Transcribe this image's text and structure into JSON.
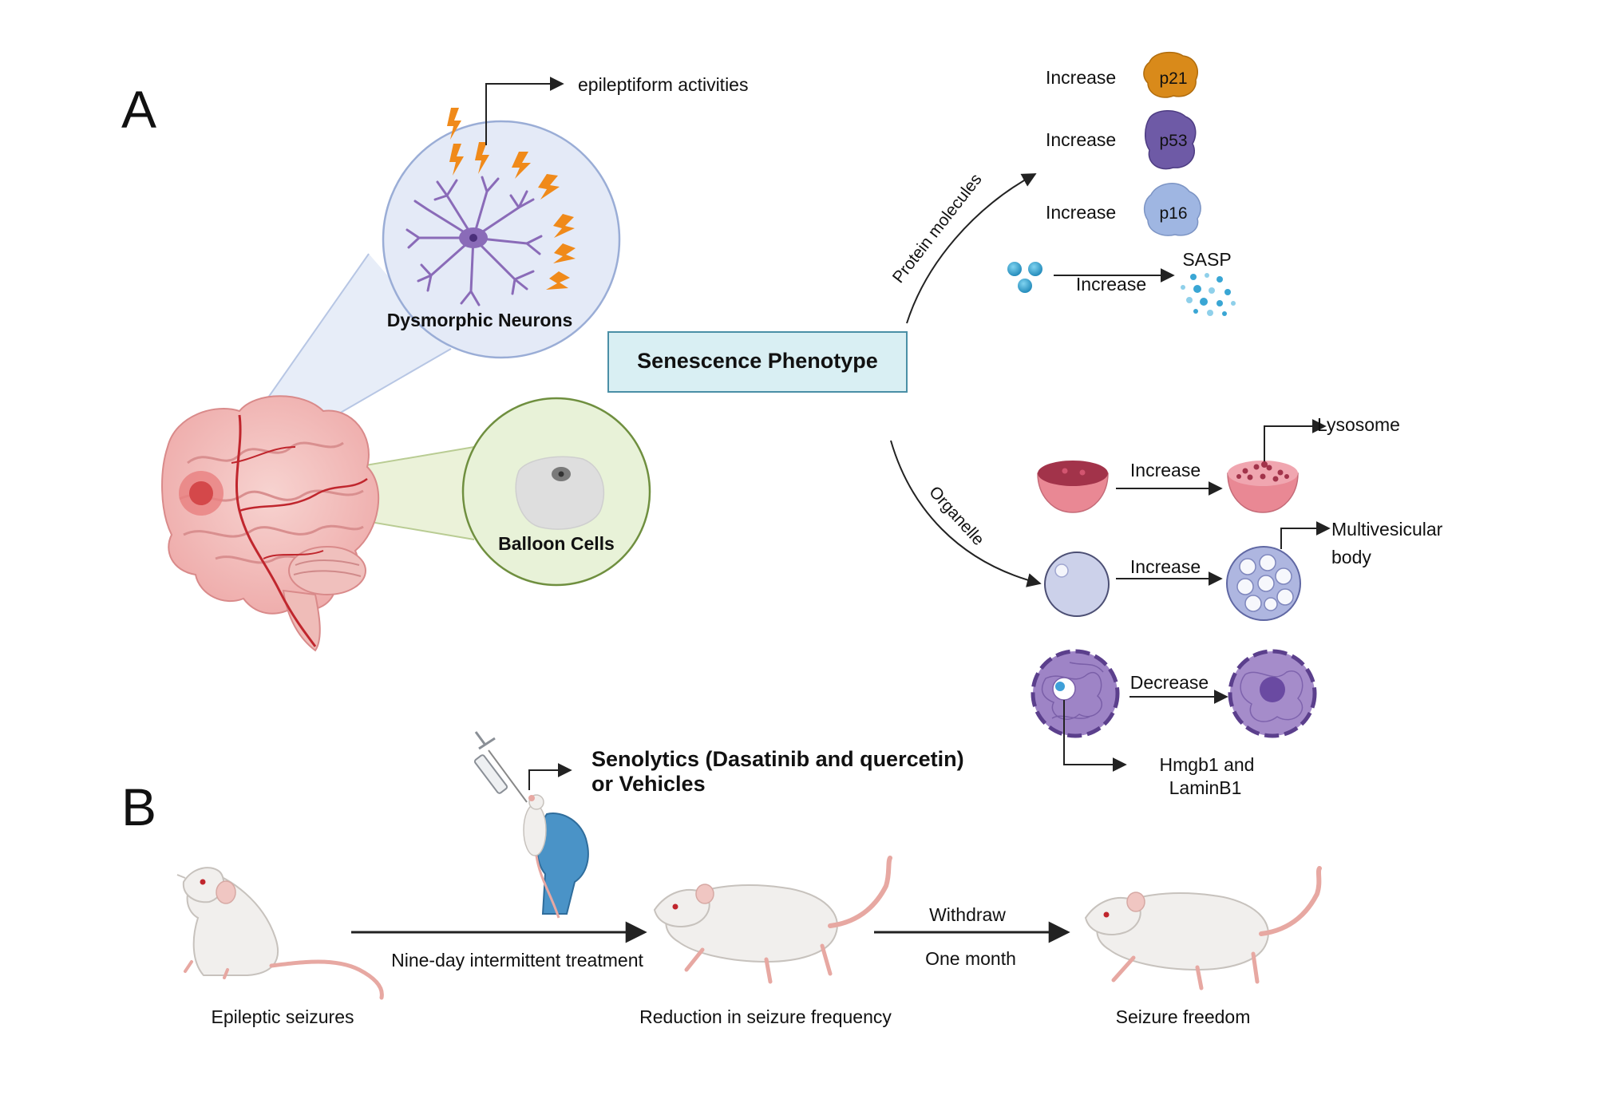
{
  "panels": {
    "a": "A",
    "b": "B"
  },
  "panel_a": {
    "epileptiform": "epileptiform activities",
    "dysmorphic": "Dysmorphic Neurons",
    "balloon": "Balloon Cells",
    "center_box": "Senescence Phenotype",
    "branch_protein": "Protein molecules",
    "branch_organelle": "Organelle",
    "proteins": [
      {
        "action": "Increase",
        "name": "p21",
        "color": "#d98a1a"
      },
      {
        "action": "Increase",
        "name": "p53",
        "color": "#6e5aa6"
      },
      {
        "action": "Increase",
        "name": "p16",
        "color": "#9fb6e2"
      }
    ],
    "sasp": {
      "action": "Increase",
      "name": "SASP"
    },
    "lysosome": {
      "action": "Increase",
      "name": "Lysosome"
    },
    "mvb": {
      "action": "Increase",
      "name_line1": "Multivesicular",
      "name_line2": "body"
    },
    "nucleus": {
      "action": "Decrease",
      "name_line1": "Hmgb1 and",
      "name_line2": "LaminB1"
    }
  },
  "panel_b": {
    "senolytics_line1": "Senolytics (Dasatinib and quercetin)",
    "senolytics_line2": "or Vehicles",
    "treatment": "Nine-day intermittent treatment",
    "withdraw": "Withdraw",
    "one_month": "One month",
    "stage1": "Epileptic seizures",
    "stage2": "Reduction in seizure frequency",
    "stage3": "Seizure freedom"
  },
  "colors": {
    "box_fill": "#d9eff3",
    "box_stroke": "#4a8fa6",
    "neuron_circle": "#e4eaf7",
    "balloon_circle": "#e8f2d8",
    "neuron": "#8a6bb8",
    "bolt": "#f08a1a",
    "brain": "#f2b9b9",
    "vessel": "#c0262d",
    "lysosome": "#e98894",
    "mvb": "#aeb6e0",
    "nucleus": "#9e84c6",
    "rat_body": "#f1efed",
    "rat_tail": "#e7a8a2",
    "glove": "#4a93c7"
  }
}
